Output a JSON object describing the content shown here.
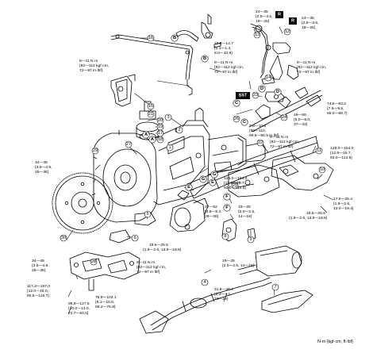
{
  "diagram": {
    "units": "N·m {kgf·cm, ft·lbf}",
    "sst_label": "SST",
    "r_label": "R",
    "callouts": [
      "1",
      "2",
      "3",
      "4",
      "5",
      "6",
      "7",
      "8",
      "9",
      "10",
      "11",
      "12",
      "13",
      "14",
      "15",
      "16",
      "17",
      "18",
      "19",
      "20",
      "21",
      "22",
      "23",
      "24",
      "25",
      "26",
      "27",
      "28",
      "29",
      "30"
    ],
    "letters": [
      "A",
      "B",
      "C",
      "D",
      "E",
      "F",
      "G",
      "A",
      "B",
      "C",
      "D",
      "E",
      "F",
      "G"
    ],
    "specs": [
      {
        "id": "s1",
        "lines": [
          "24—35",
          "{2.5—3.5,",
          "18—25}"
        ]
      },
      {
        "id": "s2",
        "lines": [
          "24—35",
          "{2.5—3.5,",
          "18—25}"
        ]
      },
      {
        "id": "s3",
        "lines": [
          "10.8—14.7",
          "{1.1—1.4,",
          "8.0—10.8}"
        ]
      },
      {
        "id": "s4",
        "lines": [
          "8—11 N·m",
          "{82—112 kgf·cm,",
          "72—97 in·lbf}"
        ]
      },
      {
        "id": "s5",
        "lines": [
          "8—11 N·m",
          "{82—112 kgf·cm,",
          "72—97 in·lbf}"
        ]
      },
      {
        "id": "s6",
        "lines": [
          "8—11 N·m",
          "{82—112 kgf·cm,",
          "72—97 in·lbf}"
        ]
      },
      {
        "id": "s7",
        "lines": [
          "74.5—93.2",
          "{7.6—9.5,",
          "55.0—68.7}"
        ]
      },
      {
        "id": "s8",
        "lines": [
          "49—59",
          "{5.0—6.0,",
          "37—43}"
        ]
      },
      {
        "id": "s9",
        "lines": [
          "7.8—10.8",
          "{80—110,",
          "69.5—95.5 in·lbf}"
        ]
      },
      {
        "id": "s10",
        "lines": [
          "8—11 N·m",
          "{82—112 kgf·cm,",
          "72—97 in·lbf}"
        ]
      },
      {
        "id": "s11",
        "lines": [
          "126.0—154.0",
          "{12.9—15.7,",
          "93.0—113.5}"
        ]
      },
      {
        "id": "s12",
        "lines": [
          "128.0—154.0",
          "{12.9—15.7,",
          "93.0—113.5}"
        ]
      },
      {
        "id": "s13",
        "lines": [
          "34—49",
          "{3.5—4.9,",
          "25—36}"
        ]
      },
      {
        "id": "s14",
        "lines": [
          "37—52",
          "{3.8—5.3,",
          "28—38}"
        ]
      },
      {
        "id": "s15",
        "lines": [
          "19—25",
          "{2.0—2.5,",
          "14—18}"
        ]
      },
      {
        "id": "s16",
        "lines": [
          "17.6—26.4",
          "{1.8—2.6,",
          "13.0—19.4}"
        ]
      },
      {
        "id": "s17",
        "lines": [
          "18.6—25.5",
          "{1.9—2.6, 13.8—18.8}"
        ]
      },
      {
        "id": "s18",
        "lines": [
          "18.6—25.5",
          "{1.9—2.6, 13.8—18.8}"
        ]
      },
      {
        "id": "s19",
        "lines": [
          "34—49",
          "{3.5—4.9,",
          "25—36}"
        ]
      },
      {
        "id": "s20",
        "lines": [
          "8—11 N·m",
          "{82—112 kgf·cm,",
          "72—97 in·lbf}"
        ]
      },
      {
        "id": "s21",
        "lines": [
          "19—25",
          "{2.0—2.5, 14—18}"
        ]
      },
      {
        "id": "s22",
        "lines": [
          "117.3—157.0",
          "{12.0—15.0,",
          "86.5—115.7}"
        ]
      },
      {
        "id": "s23",
        "lines": [
          "98.5—127.5",
          "{10.0—13.0,",
          "72.7—94.0}"
        ]
      },
      {
        "id": "s24",
        "lines": [
          "78.9—104.1",
          "{8.1—10.6,",
          "58.2—76.8}"
        ]
      },
      {
        "id": "s25",
        "lines": [
          "31.8—40.4",
          "{3.3—4.1,",
          "23—29}"
        ]
      }
    ]
  }
}
